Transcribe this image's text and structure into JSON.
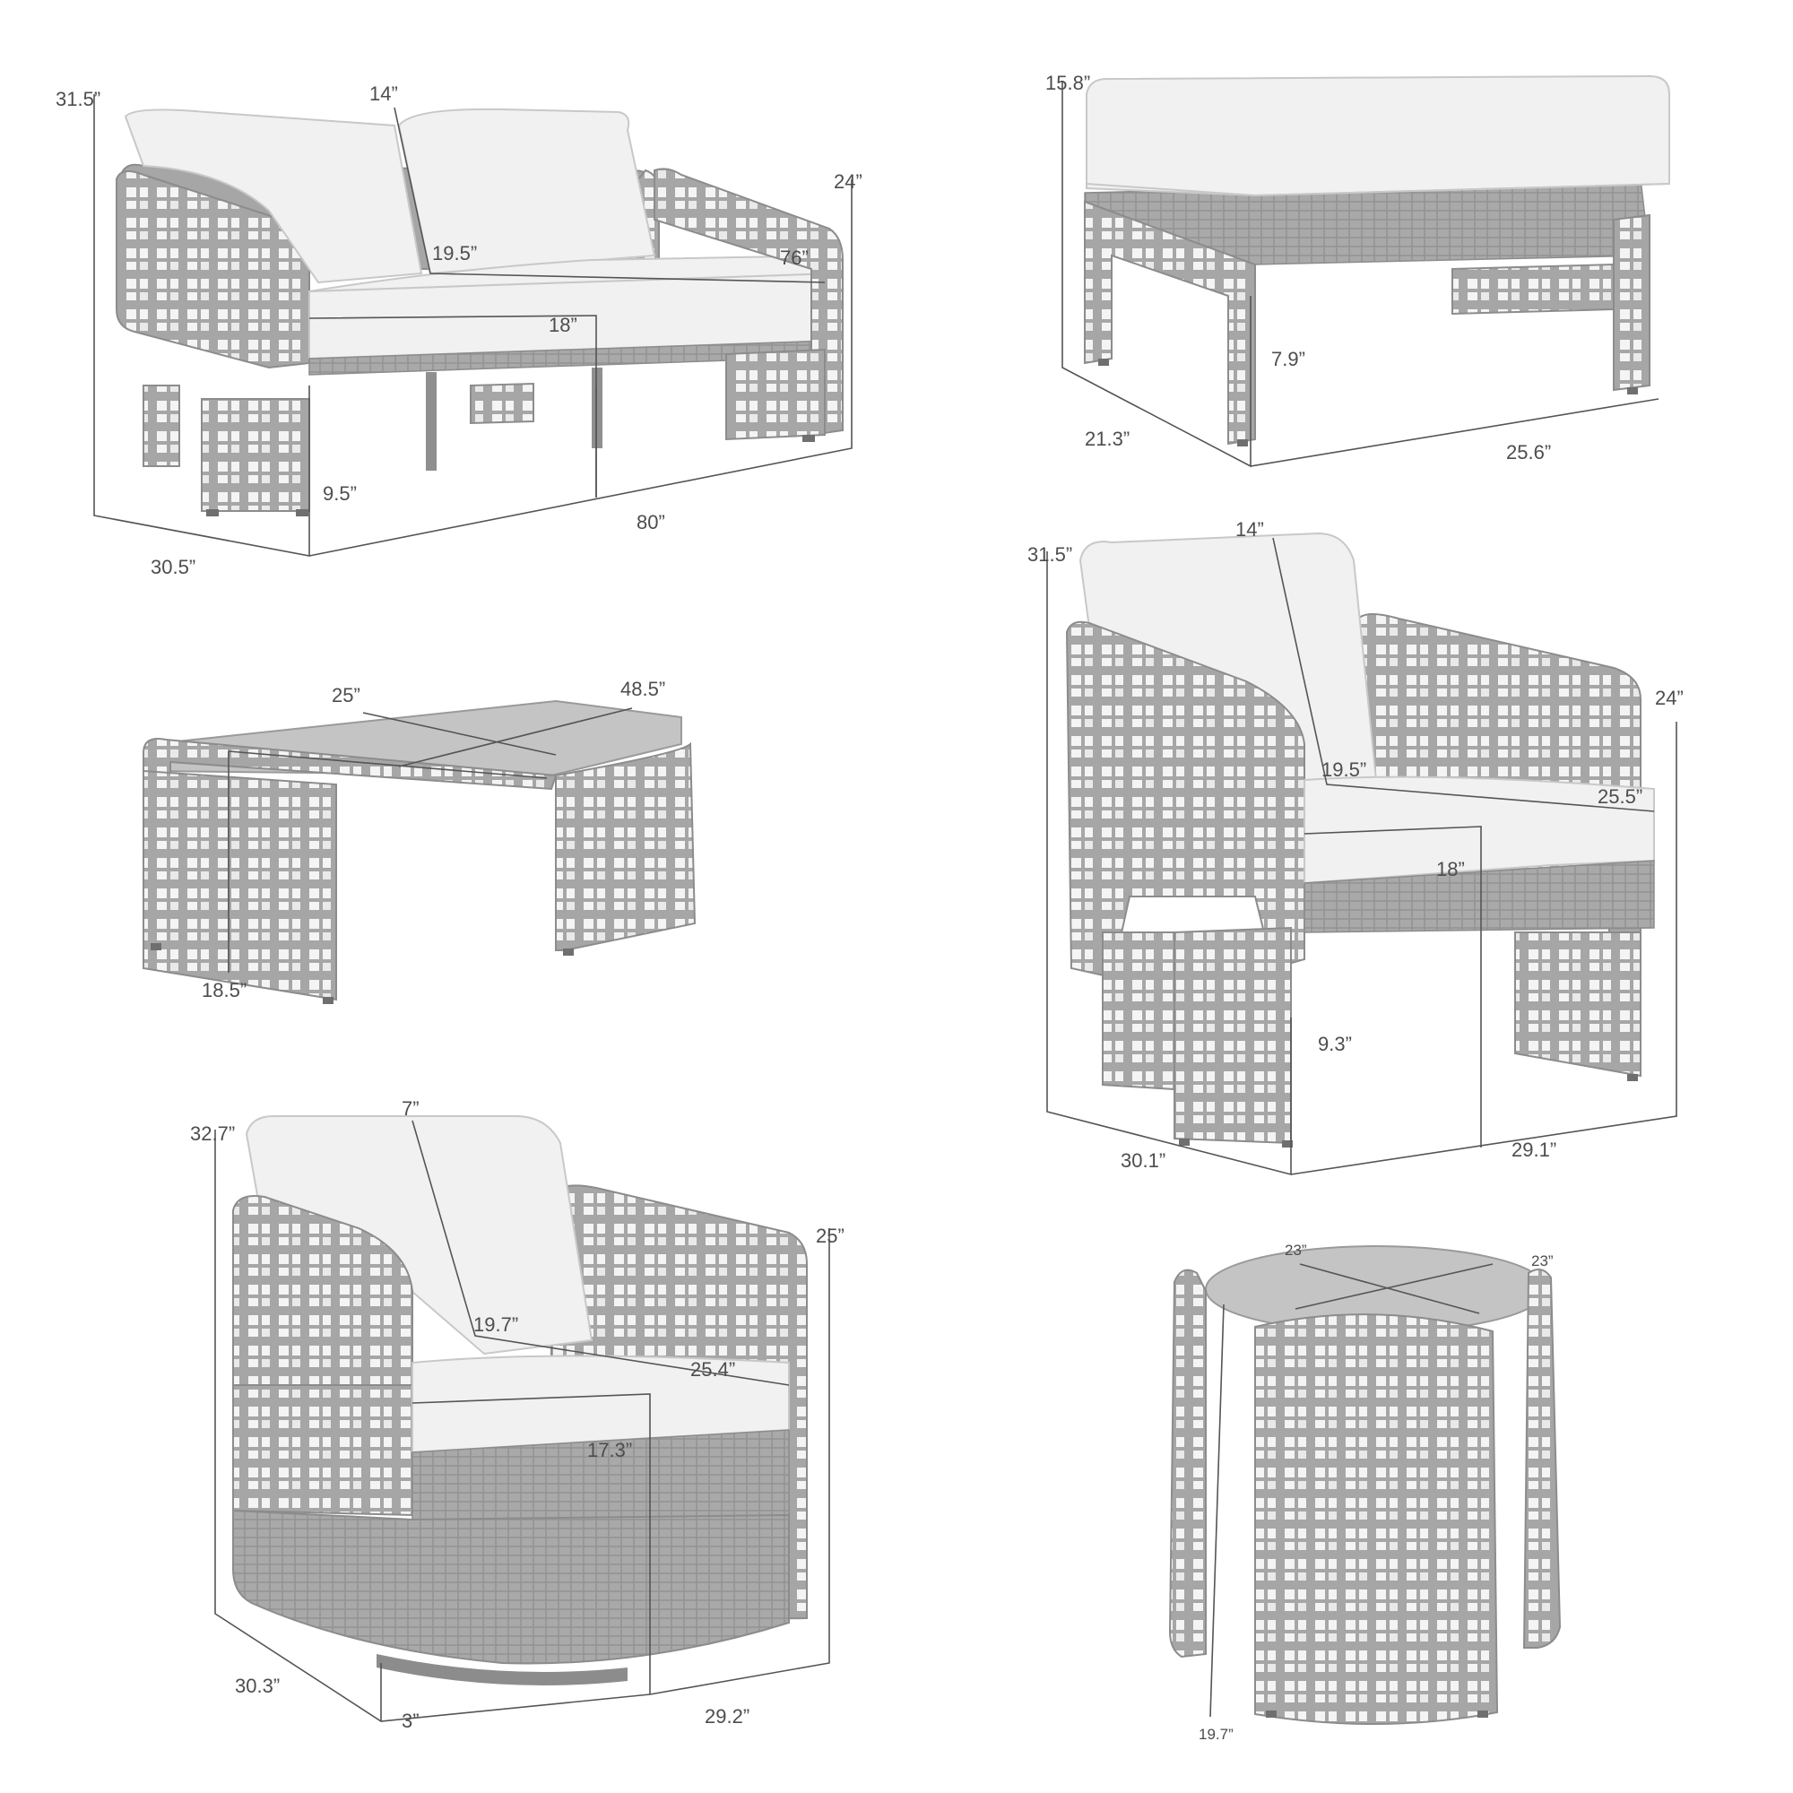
{
  "colors": {
    "background": "#ffffff",
    "weave": "#a6a6a6",
    "weave_shadow": "#8c8c8c",
    "cushion": "#f1f1f1",
    "dimension_line": "#555555",
    "label": "#4d4d4d"
  },
  "products": {
    "loveseat": {
      "height_total": "31.5”",
      "back_depth": "14”",
      "arm_height": "24”",
      "seat_depth": "19.5”",
      "seat_width": "76”",
      "seat_height": "18”",
      "leg_clearance": "9.5”",
      "depth": "30.5”",
      "width": "80”"
    },
    "ottoman": {
      "height": "15.8”",
      "leg_clearance": "7.9”",
      "depth": "21.3”",
      "width": "25.6”"
    },
    "coffee_table": {
      "depth": "25”",
      "width": "48.5”",
      "height": "18.5”"
    },
    "club_chair": {
      "height_total": "31.5”",
      "back_depth": "14”",
      "arm_height": "24”",
      "seat_depth": "19.5”",
      "seat_width": "25.5”",
      "seat_height": "18”",
      "leg_clearance": "9.3”",
      "depth": "30.1”",
      "width": "29.1”"
    },
    "swivel_chair": {
      "height_total": "32.7”",
      "back_depth": "7”",
      "arm_height": "25”",
      "seat_depth": "19.7”",
      "seat_width": "25.4”",
      "seat_height": "17.3”",
      "depth": "30.3”",
      "base_height": "3”",
      "width": "29.2”"
    },
    "side_table": {
      "depth": "23”",
      "width": "23”",
      "height": "19.7”"
    }
  }
}
